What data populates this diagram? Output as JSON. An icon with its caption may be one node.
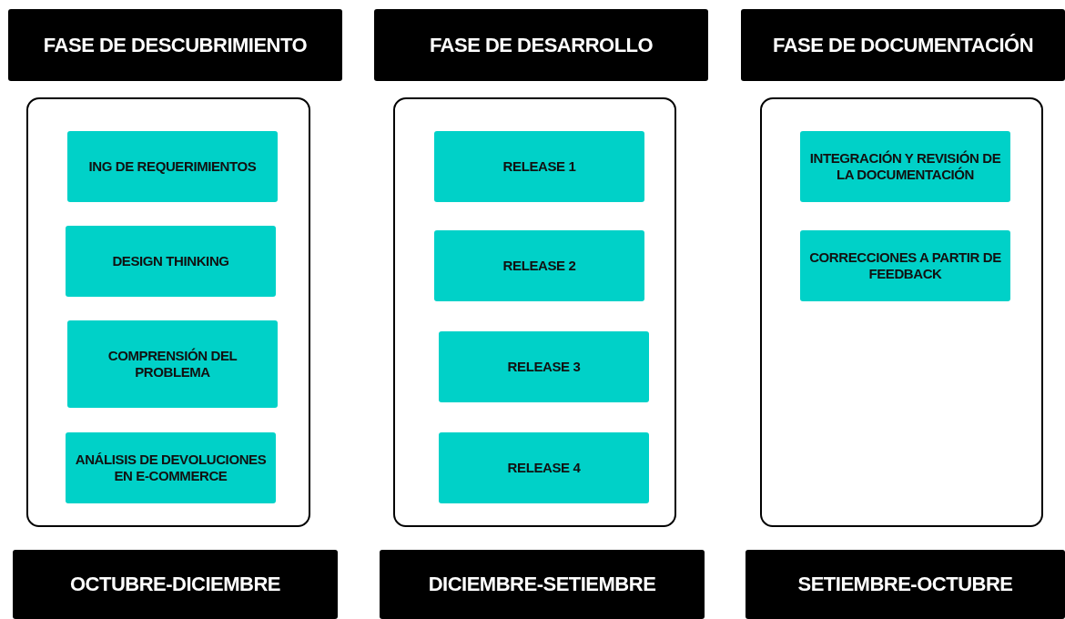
{
  "diagram": {
    "nodes": [
      {
        "text": [
          "FASE DE DESCUBRIMIENTO"
        ]
      },
      {
        "text": [],
        "shape": "box"
      },
      {
        "text": [
          "ING DE REQUERIMIENTOS"
        ],
        "in": 1
      },
      {
        "text": [
          "DESIGN THINKING"
        ],
        "in": 1
      },
      {
        "text": [
          "COMPRENSIÓN DEL PROBLEMA"
        ],
        "in": 1
      },
      {
        "text": [
          "ANÁLISIS DE DEVOLUCIONES EN E-COMMERCE"
        ],
        "in": 1
      },
      {
        "text": [
          "OCTUBRE-DICIEMBRE"
        ]
      },
      {
        "text": [
          "FASE DE DESARROLLO"
        ]
      },
      {
        "text": [],
        "shape": "box"
      },
      {
        "text": [
          "RELEASE 1"
        ],
        "in": 8
      },
      {
        "text": [
          "RELEASE 2"
        ],
        "in": 8
      },
      {
        "text": [
          "RELEASE 3"
        ],
        "in": 8
      },
      {
        "text": [
          "RELEASE 4"
        ],
        "in": 8
      },
      {
        "text": [
          "DICIEMBRE-SETIEMBRE"
        ]
      },
      {
        "text": [
          "FASE DE DOCUMENTACIÓN"
        ]
      },
      {
        "text": [],
        "shape": "box"
      },
      {
        "text": [
          "INTEGRACIÓN Y REVISIÓN DE LA DOCUMENTACIÓN"
        ],
        "in": 15
      },
      {
        "text": [
          "CORRECCIONES A PARTIR DE FEEDBACK"
        ],
        "in": 15
      },
      {
        "text": [
          "SETIEMBRE-OCTUBRE"
        ]
      }
    ]
  }
}
